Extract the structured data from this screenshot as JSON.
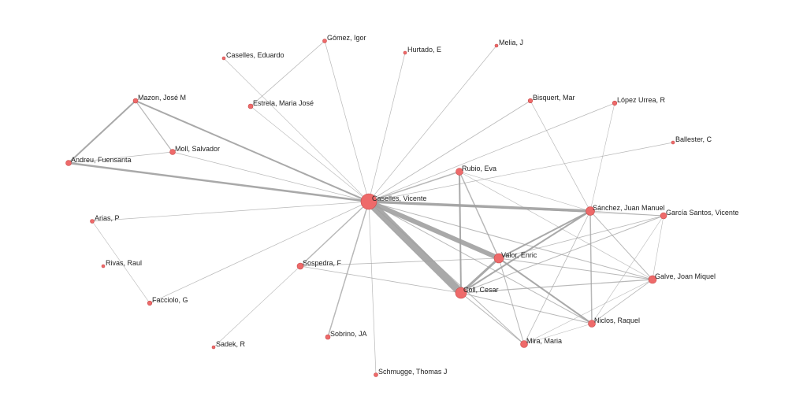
{
  "theme": {
    "node_color": "#ee6a6a",
    "edge_color": "#a0a0a0",
    "background": "#ffffff"
  },
  "nodes": [
    {
      "id": "caselles_v",
      "label": "Caselles, Vicente",
      "size": 10
    },
    {
      "id": "coll",
      "label": "Coll, Cesar",
      "size": 7
    },
    {
      "id": "valor",
      "label": "Valor, Enric",
      "size": 6
    },
    {
      "id": "sanchez",
      "label": "Sánchez, Juan Manuel",
      "size": 5.5
    },
    {
      "id": "galve",
      "label": "Galve, Joan Miquel",
      "size": 5
    },
    {
      "id": "niclos",
      "label": "Niclos, Raquel",
      "size": 4.5
    },
    {
      "id": "mira",
      "label": "Mira, Maria",
      "size": 4.5
    },
    {
      "id": "rubio",
      "label": "Rubio, Eva",
      "size": 4.5
    },
    {
      "id": "garcia",
      "label": "García Santos, Vicente",
      "size": 4
    },
    {
      "id": "sospedra",
      "label": "Sospedra, F",
      "size": 4
    },
    {
      "id": "andreu",
      "label": "Andreu, Fuensanta",
      "size": 3.5
    },
    {
      "id": "moll",
      "label": "Moll, Salvador",
      "size": 3.5
    },
    {
      "id": "mazon",
      "label": "Mazon, José M",
      "size": 3
    },
    {
      "id": "sobrino",
      "label": "Sobrino, JA",
      "size": 3
    },
    {
      "id": "estrela",
      "label": "Estrela, Maria José",
      "size": 3
    },
    {
      "id": "bisquert",
      "label": "Bisquert, Mar",
      "size": 2.8
    },
    {
      "id": "lopez",
      "label": "López Urrea, R",
      "size": 2.8
    },
    {
      "id": "facciolo",
      "label": "Facciolo, G",
      "size": 2.8
    },
    {
      "id": "gomez",
      "label": "Gómez, Igor",
      "size": 2.5
    },
    {
      "id": "arias",
      "label": "Arias, P",
      "size": 2.5
    },
    {
      "id": "schmugge",
      "label": "Schmugge, Thomas J",
      "size": 2.5
    },
    {
      "id": "caselles_e",
      "label": "Caselles, Eduardo",
      "size": 2
    },
    {
      "id": "hurtado",
      "label": "Hurtado, E",
      "size": 2
    },
    {
      "id": "melia",
      "label": "Melia, J",
      "size": 2
    },
    {
      "id": "ballester",
      "label": "Ballester, C",
      "size": 2
    },
    {
      "id": "rivas",
      "label": "Rivas, Raul",
      "size": 2
    },
    {
      "id": "sadek",
      "label": "Sadek, R",
      "size": 2
    }
  ],
  "edges": [
    {
      "source": "caselles_v",
      "target": "coll",
      "weight": 10
    },
    {
      "source": "caselles_v",
      "target": "valor",
      "weight": 6
    },
    {
      "source": "caselles_v",
      "target": "sanchez",
      "weight": 3.5
    },
    {
      "source": "caselles_v",
      "target": "andreu",
      "weight": 2.5
    },
    {
      "source": "caselles_v",
      "target": "mazon",
      "weight": 2
    },
    {
      "source": "caselles_v",
      "target": "rubio",
      "weight": 1.5
    },
    {
      "source": "caselles_v",
      "target": "sobrino",
      "weight": 1.5
    },
    {
      "source": "caselles_v",
      "target": "sospedra",
      "weight": 1.5
    },
    {
      "source": "caselles_v",
      "target": "galve",
      "weight": 1
    },
    {
      "source": "caselles_v",
      "target": "niclos",
      "weight": 1
    },
    {
      "source": "caselles_v",
      "target": "mira",
      "weight": 1
    },
    {
      "source": "caselles_v",
      "target": "garcia",
      "weight": 0.8
    },
    {
      "source": "caselles_v",
      "target": "bisquert",
      "weight": 0.8
    },
    {
      "source": "caselles_v",
      "target": "lopez",
      "weight": 0.7
    },
    {
      "source": "caselles_v",
      "target": "ballester",
      "weight": 0.7
    },
    {
      "source": "caselles_v",
      "target": "gomez",
      "weight": 0.7
    },
    {
      "source": "caselles_v",
      "target": "hurtado",
      "weight": 0.7
    },
    {
      "source": "caselles_v",
      "target": "melia",
      "weight": 0.7
    },
    {
      "source": "caselles_v",
      "target": "moll",
      "weight": 0.7
    },
    {
      "source": "caselles_v",
      "target": "arias",
      "weight": 0.7
    },
    {
      "source": "caselles_v",
      "target": "facciolo",
      "weight": 0.7
    },
    {
      "source": "caselles_v",
      "target": "schmugge",
      "weight": 0.7
    },
    {
      "source": "caselles_v",
      "target": "caselles_e",
      "weight": 0.6
    },
    {
      "source": "caselles_v",
      "target": "estrela",
      "weight": 0.6
    },
    {
      "source": "coll",
      "target": "valor",
      "weight": 3
    },
    {
      "source": "coll",
      "target": "rubio",
      "weight": 2
    },
    {
      "source": "coll",
      "target": "sanchez",
      "weight": 2
    },
    {
      "source": "coll",
      "target": "galve",
      "weight": 1.2
    },
    {
      "source": "coll",
      "target": "niclos",
      "weight": 1
    },
    {
      "source": "coll",
      "target": "garcia",
      "weight": 1
    },
    {
      "source": "coll",
      "target": "mira",
      "weight": 1
    },
    {
      "source": "coll",
      "target": "sospedra",
      "weight": 0.8
    },
    {
      "source": "valor",
      "target": "sanchez",
      "weight": 2
    },
    {
      "source": "valor",
      "target": "niclos",
      "weight": 2
    },
    {
      "source": "valor",
      "target": "rubio",
      "weight": 1.5
    },
    {
      "source": "valor",
      "target": "galve",
      "weight": 1
    },
    {
      "source": "valor",
      "target": "mira",
      "weight": 1
    },
    {
      "source": "valor",
      "target": "garcia",
      "weight": 0.8
    },
    {
      "source": "valor",
      "target": "sospedra",
      "weight": 0.8
    },
    {
      "source": "sanchez",
      "target": "niclos",
      "weight": 1.5
    },
    {
      "source": "sanchez",
      "target": "galve",
      "weight": 1
    },
    {
      "source": "sanchez",
      "target": "garcia",
      "weight": 0.8
    },
    {
      "source": "sanchez",
      "target": "mira",
      "weight": 0.8
    },
    {
      "source": "sanchez",
      "target": "bisquert",
      "weight": 0.7
    },
    {
      "source": "sanchez",
      "target": "lopez",
      "weight": 0.6
    },
    {
      "source": "sanchez",
      "target": "rubio",
      "weight": 0.6
    },
    {
      "source": "galve",
      "target": "niclos",
      "weight": 0.8
    },
    {
      "source": "galve",
      "target": "mira",
      "weight": 0.6
    },
    {
      "source": "galve",
      "target": "garcia",
      "weight": 0.6
    },
    {
      "source": "galve",
      "target": "rubio",
      "weight": 0.6
    },
    {
      "source": "niclos",
      "target": "mira",
      "weight": 0.6
    },
    {
      "source": "niclos",
      "target": "garcia",
      "weight": 0.6
    },
    {
      "source": "andreu",
      "target": "mazon",
      "weight": 2
    },
    {
      "source": "andreu",
      "target": "moll",
      "weight": 0.8
    },
    {
      "source": "mazon",
      "target": "moll",
      "weight": 1.2
    },
    {
      "source": "estrela",
      "target": "gomez",
      "weight": 0.8
    },
    {
      "source": "arias",
      "target": "facciolo",
      "weight": 0.6
    },
    {
      "source": "sospedra",
      "target": "sadek",
      "weight": 0.6
    }
  ]
}
